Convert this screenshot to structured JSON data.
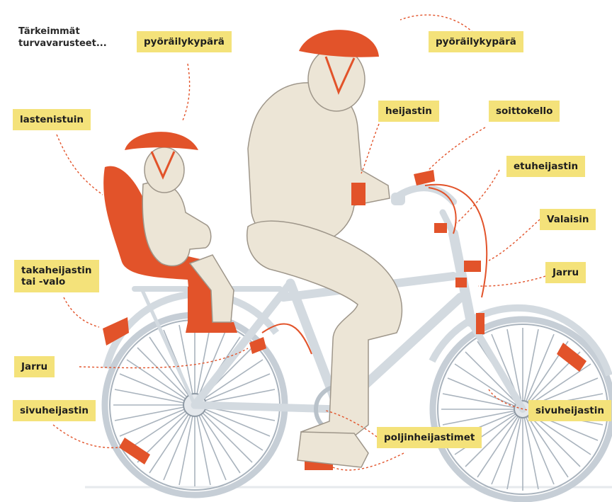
{
  "heading": "Tärkeimmät\nturvavarusteet...",
  "colors": {
    "accent": "#e2532a",
    "label_bg": "#f4e27a",
    "bike": "#d3dae0",
    "rider": "#ece5d6"
  },
  "labels": {
    "helmet_child": "pyöräilykypärä",
    "helmet_adult": "pyöräilykypärä",
    "child_seat": "lastenistuin",
    "reflector": "heijastin",
    "bell": "soittokello",
    "front_reflector": "etuheijastin",
    "light": "Valaisin",
    "brake_front": "Jarru",
    "rear_reflector": "takaheijastin\ntai -valo",
    "brake_rear": "Jarru",
    "side_reflector_rear": "sivuheijastin",
    "side_reflector_front": "sivuheijastin",
    "pedal_reflectors": "poljinheijastimet"
  }
}
